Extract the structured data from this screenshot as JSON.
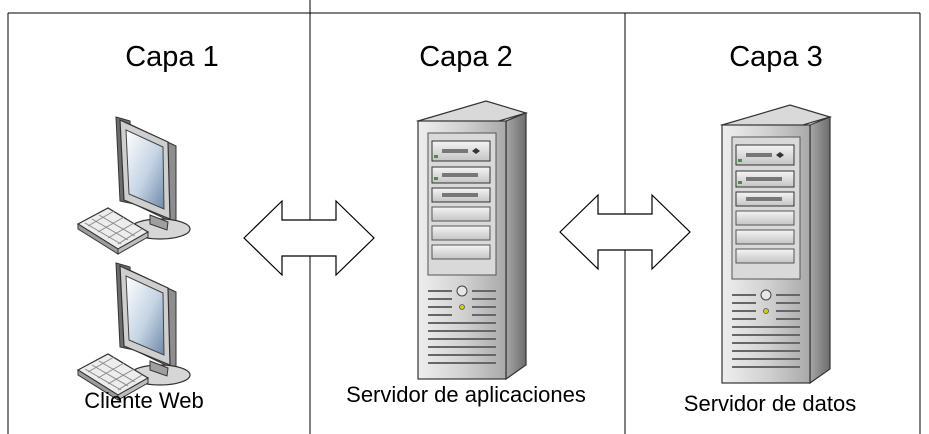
{
  "tiers": [
    {
      "title": "Capa 1",
      "caption": "Cliente Web",
      "icon": "desktop-computer-icon"
    },
    {
      "title": "Capa 2",
      "caption": "Servidor de aplicaciones",
      "icon": "tower-server-icon"
    },
    {
      "title": "Capa 3",
      "caption": "Servidor de datos",
      "icon": "tower-server-icon"
    }
  ],
  "connections": [
    {
      "from": "Capa 1",
      "to": "Capa 2",
      "icon": "double-arrow-icon",
      "direction": "bidirectional"
    },
    {
      "from": "Capa 2",
      "to": "Capa 3",
      "icon": "double-arrow-icon",
      "direction": "bidirectional"
    }
  ],
  "colors": {
    "lines": "#000000",
    "monitor_body": "#c8c8c8",
    "monitor_screen": "#9aaec4",
    "server_body": "#b9b9b9",
    "server_side": "#8c8c8c",
    "arrow_fill": "#ffffff"
  }
}
